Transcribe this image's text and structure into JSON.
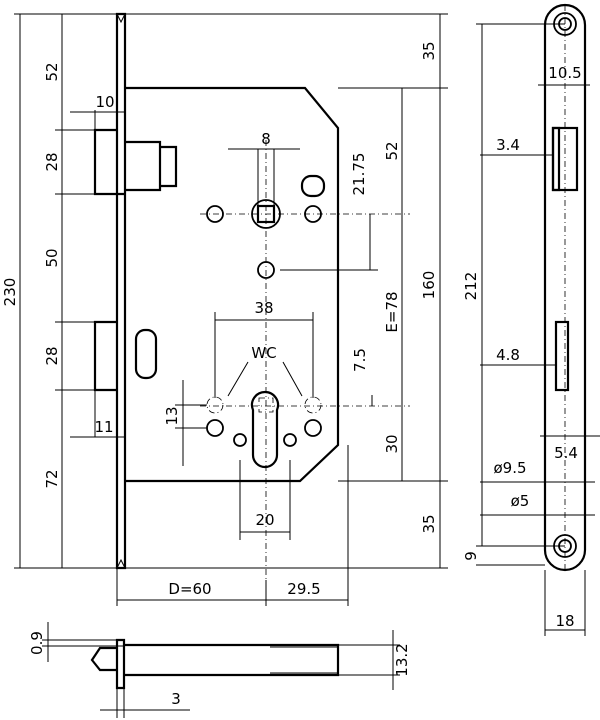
{
  "drawing": {
    "front_view": {
      "dim_total_height": "230",
      "dim_top_to_latch": "52",
      "dim_latch_height": "28",
      "dim_latch_to_bolt": "50",
      "dim_bolt_height": "28",
      "dim_bolt_to_bottom": "72",
      "dim_latch_projection": "10",
      "dim_bolt_projection": "11",
      "dim_spindle_square": "8",
      "dim_top_offset": "35",
      "dim_body_top": "52",
      "dim_spindle_to_center": "21.75",
      "dim_centre_distance": "E=78",
      "dim_body_height": "160",
      "dim_lower_offset": "7.5",
      "dim_wc_hole_spacing": "38",
      "wc_label": "WC",
      "dim_hole_height": "13",
      "dim_cylinder_width": "20",
      "dim_lower_body": "30",
      "dim_bottom_offset": "35",
      "dim_backset": "D=60",
      "dim_forend_to_body_edge": "29.5"
    },
    "side_view": {
      "dim_forend_length": "212",
      "dim_top_width": "10.5",
      "dim_latch_offset": "3.4",
      "dim_bolt_offset": "4.8",
      "dim_screw_hole_large": "ø9.5",
      "dim_screw_hole_small": "ø5",
      "dim_bottom_width": "5.4",
      "dim_screw_from_end": "9",
      "dim_forend_width": "18"
    },
    "bottom_view": {
      "dim_offset": "0.9",
      "dim_case_depth": "13.2",
      "dim_plate_thickness": "3"
    }
  }
}
